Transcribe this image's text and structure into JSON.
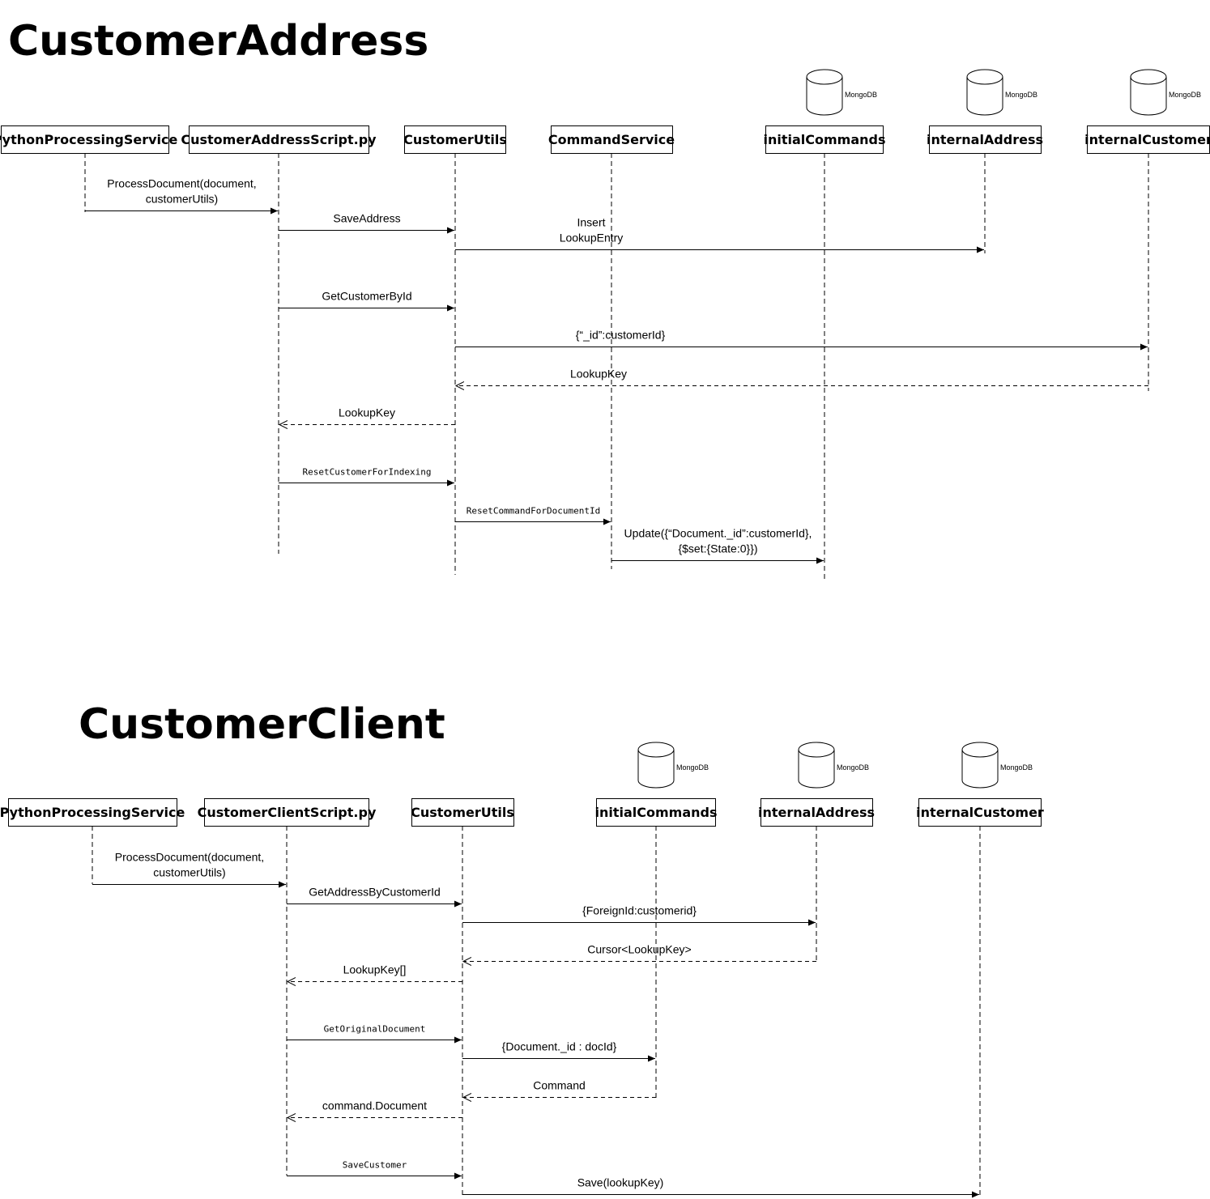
{
  "diagrams": [
    {
      "title": "CustomerAddress",
      "db_label": "MongoDB",
      "participants": [
        {
          "id": "pps",
          "label": "PythonProcessingService",
          "db": false
        },
        {
          "id": "cas",
          "label": "CustomerAddressScript.py",
          "db": false
        },
        {
          "id": "cu",
          "label": "CustomerUtils",
          "db": false
        },
        {
          "id": "cs",
          "label": "CommandService",
          "db": false
        },
        {
          "id": "ic",
          "label": "initialCommands",
          "db": true
        },
        {
          "id": "ia",
          "label": "internalAddress",
          "db": true
        },
        {
          "id": "icu",
          "label": "internalCustomer",
          "db": true
        }
      ],
      "messages": [
        {
          "from": "pps",
          "to": "cas",
          "lines": [
            "ProcessDocument(document,",
            "customerUtils)"
          ],
          "kind": "call",
          "mono": false
        },
        {
          "from": "cas",
          "to": "cu",
          "lines": [
            "SaveAddress"
          ],
          "kind": "call",
          "mono": false
        },
        {
          "from": "cu",
          "to": "ia",
          "lines": [
            "Insert",
            "LookupEntry"
          ],
          "kind": "call",
          "mono": false
        },
        {
          "from": "cas",
          "to": "cu",
          "lines": [
            "GetCustomerById"
          ],
          "kind": "call",
          "mono": false
        },
        {
          "from": "cu",
          "to": "icu",
          "lines": [
            "{“_id”:customerId}"
          ],
          "kind": "call",
          "mono": false
        },
        {
          "from": "icu",
          "to": "cu",
          "lines": [
            "LookupKey"
          ],
          "kind": "return",
          "mono": false
        },
        {
          "from": "cu",
          "to": "cas",
          "lines": [
            "LookupKey"
          ],
          "kind": "return",
          "mono": false
        },
        {
          "from": "cas",
          "to": "cu",
          "lines": [
            "ResetCustomerForIndexing"
          ],
          "kind": "call",
          "mono": true
        },
        {
          "from": "cu",
          "to": "cs",
          "lines": [
            "ResetCommandForDocumentId"
          ],
          "kind": "call",
          "mono": true
        },
        {
          "from": "cs",
          "to": "ic",
          "lines": [
            "Update({“Document._id”:customerId},",
            "{$set:{State:0}})"
          ],
          "kind": "call",
          "mono": false
        }
      ]
    },
    {
      "title": "CustomerClient",
      "db_label": "MongoDB",
      "participants": [
        {
          "id": "pps",
          "label": "PythonProcessingService",
          "db": false
        },
        {
          "id": "ccs",
          "label": "CustomerClientScript.py",
          "db": false
        },
        {
          "id": "cu",
          "label": "CustomerUtils",
          "db": false
        },
        {
          "id": "ic",
          "label": "initialCommands",
          "db": true
        },
        {
          "id": "ia",
          "label": "internalAddress",
          "db": true
        },
        {
          "id": "icu",
          "label": "internalCustomer",
          "db": true
        }
      ],
      "messages": [
        {
          "from": "pps",
          "to": "ccs",
          "lines": [
            "ProcessDocument(document,",
            "customerUtils)"
          ],
          "kind": "call",
          "mono": false
        },
        {
          "from": "ccs",
          "to": "cu",
          "lines": [
            "GetAddressByCustomerId"
          ],
          "kind": "call",
          "mono": false
        },
        {
          "from": "cu",
          "to": "ia",
          "lines": [
            "{ForeignId:customerid}"
          ],
          "kind": "call",
          "mono": false
        },
        {
          "from": "ia",
          "to": "cu",
          "lines": [
            "Cursor<LookupKey>"
          ],
          "kind": "return",
          "mono": false
        },
        {
          "from": "cu",
          "to": "ccs",
          "lines": [
            "LookupKey[]"
          ],
          "kind": "return",
          "mono": false
        },
        {
          "from": "ccs",
          "to": "cu",
          "lines": [
            "GetOriginalDocument"
          ],
          "kind": "call",
          "mono": true
        },
        {
          "from": "cu",
          "to": "ic",
          "lines": [
            "{Document._id : docId}"
          ],
          "kind": "call",
          "mono": false
        },
        {
          "from": "ic",
          "to": "cu",
          "lines": [
            "Command"
          ],
          "kind": "return",
          "mono": false
        },
        {
          "from": "cu",
          "to": "ccs",
          "lines": [
            "command.Document"
          ],
          "kind": "return",
          "mono": false
        },
        {
          "from": "ccs",
          "to": "cu",
          "lines": [
            "SaveCustomer"
          ],
          "kind": "call",
          "mono": true
        },
        {
          "from": "cu",
          "to": "icu",
          "lines": [
            "Save(lookupKey)"
          ],
          "kind": "call",
          "mono": false
        }
      ]
    }
  ]
}
